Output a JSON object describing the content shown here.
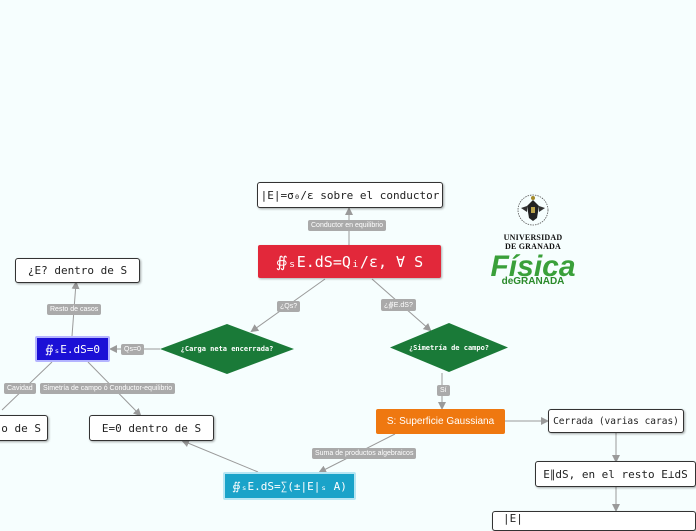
{
  "nodes": {
    "e_conductor": "|E|=σ₀/ε sobre el conductor",
    "gauss_law": "∯ₛE.dS=Qᵢ/ε, ∀ S",
    "e_inside_question": "¿E? dentro de S",
    "flux_zero": "∯ₛE.dS=0",
    "charge_question": "¿Carga neta encerrada?",
    "symmetry_question": "¿Simetría de campo?",
    "left_cut": "o de S",
    "e_zero_inside": "E=0 dentro de S",
    "gaussian_surface": "S: Superficie Gaussiana",
    "closed_faces": "Cerrada (varias caras)",
    "parallel_rule": "E∥dS, en el resto E⊥dS",
    "flux_sum": "∯ₛE.dS=∑(±|E|ₛ A)",
    "bottom_cut": "|E|"
  },
  "edge_labels": {
    "conductor_eq": "Conductor en equilibrio",
    "qs": "¿Qs?",
    "int_eds": "¿∯E.dS?",
    "rest_cases": "Resto de casos",
    "qs_zero": "Qs=0",
    "cavity": "Cavidad",
    "symmetry_conductor": "Simetría de campo ó Conductor-equilibrio",
    "si": "Sí",
    "sum_products": "Suma de productos algebraicos"
  },
  "logo": {
    "line1": "UNIVERSIDAD",
    "line2": "DE GRANADA",
    "fisica": "Física",
    "granada": "deGRANADA"
  },
  "colors": {
    "red": "#e2283a",
    "blue": "#1b10d6",
    "green": "#1a7a38",
    "orange": "#ef7810",
    "teal": "#1aa3c9",
    "label_gray": "#aaaaaa",
    "line_gray": "#9a9a9a"
  }
}
